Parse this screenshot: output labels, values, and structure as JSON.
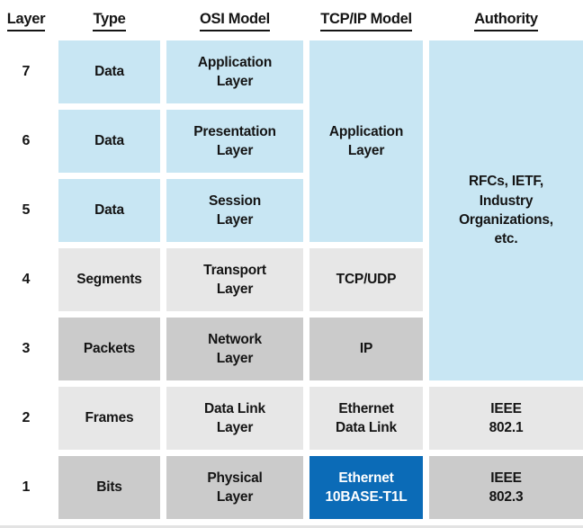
{
  "title": "OSI Model vs TCP/IP Model layer comparison table",
  "colors": {
    "pale_blue": "#c8e6f3",
    "light_gray": "#e7e7e7",
    "mid_gray": "#cbcbcb",
    "brand_blue": "#0b6bb7",
    "text": "#141414",
    "white_text": "#ffffff"
  },
  "headers": {
    "layer": "Layer",
    "type": "Type",
    "osi": "OSI Model",
    "tcpip": "TCP/IP Model",
    "authority": "Authority"
  },
  "layers": [
    {
      "num": "7",
      "type": "Data",
      "osi": "Application\nLayer"
    },
    {
      "num": "6",
      "type": "Data",
      "osi": "Presentation\nLayer"
    },
    {
      "num": "5",
      "type": "Data",
      "osi": "Session\nLayer"
    },
    {
      "num": "4",
      "type": "Segments",
      "osi": "Transport\nLayer",
      "tcpip": "TCP/UDP"
    },
    {
      "num": "3",
      "type": "Packets",
      "osi": "Network\nLayer",
      "tcpip": "IP"
    },
    {
      "num": "2",
      "type": "Frames",
      "osi": "Data Link\nLayer",
      "tcpip": "Ethernet\nData Link",
      "authority": "IEEE\n802.1"
    },
    {
      "num": "1",
      "type": "Bits",
      "osi": "Physical\nLayer",
      "tcpip": "Ethernet\n10BASE-T1L",
      "authority": "IEEE\n802.3"
    }
  ],
  "merged": {
    "tcpip_application": "Application\nLayer",
    "authority_rfcs": "RFCs, IETF,\nIndustry\nOrganizations,\netc."
  }
}
